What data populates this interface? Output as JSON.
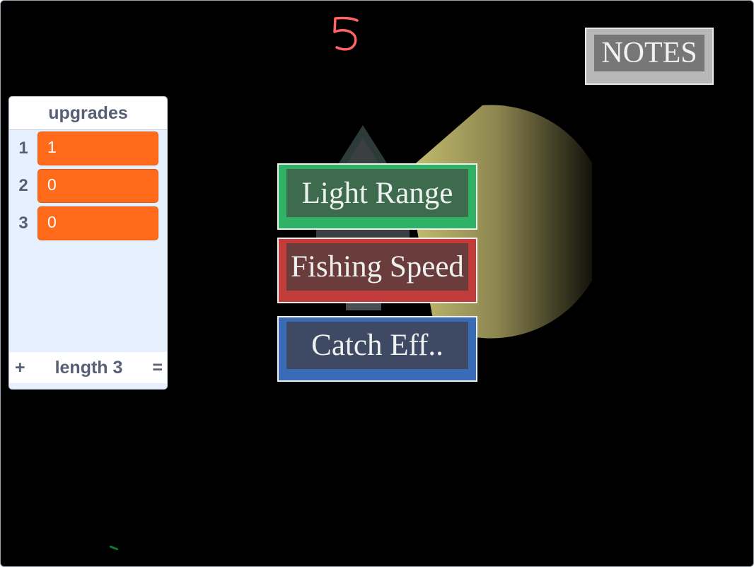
{
  "score": {
    "value": "5",
    "color": "#ff6464"
  },
  "notes_button": {
    "label": "NOTES"
  },
  "upgrades_monitor": {
    "title": "upgrades",
    "rows": [
      {
        "index": "1",
        "value": "1"
      },
      {
        "index": "2",
        "value": "0"
      },
      {
        "index": "3",
        "value": "0"
      }
    ],
    "footer": {
      "add": "+",
      "length": "length 3",
      "resize": "="
    }
  },
  "upgrade_buttons": {
    "light_range": "Light Range",
    "fishing_speed": "Fishing Speed",
    "catch_efficiency": "Catch Eff.."
  },
  "colors": {
    "stage_bg": "#000000",
    "list_item": "#ff6b1a",
    "light_range": "#2fb266",
    "fishing_speed": "#c23c3c",
    "catch_efficiency": "#3a6bb7"
  }
}
